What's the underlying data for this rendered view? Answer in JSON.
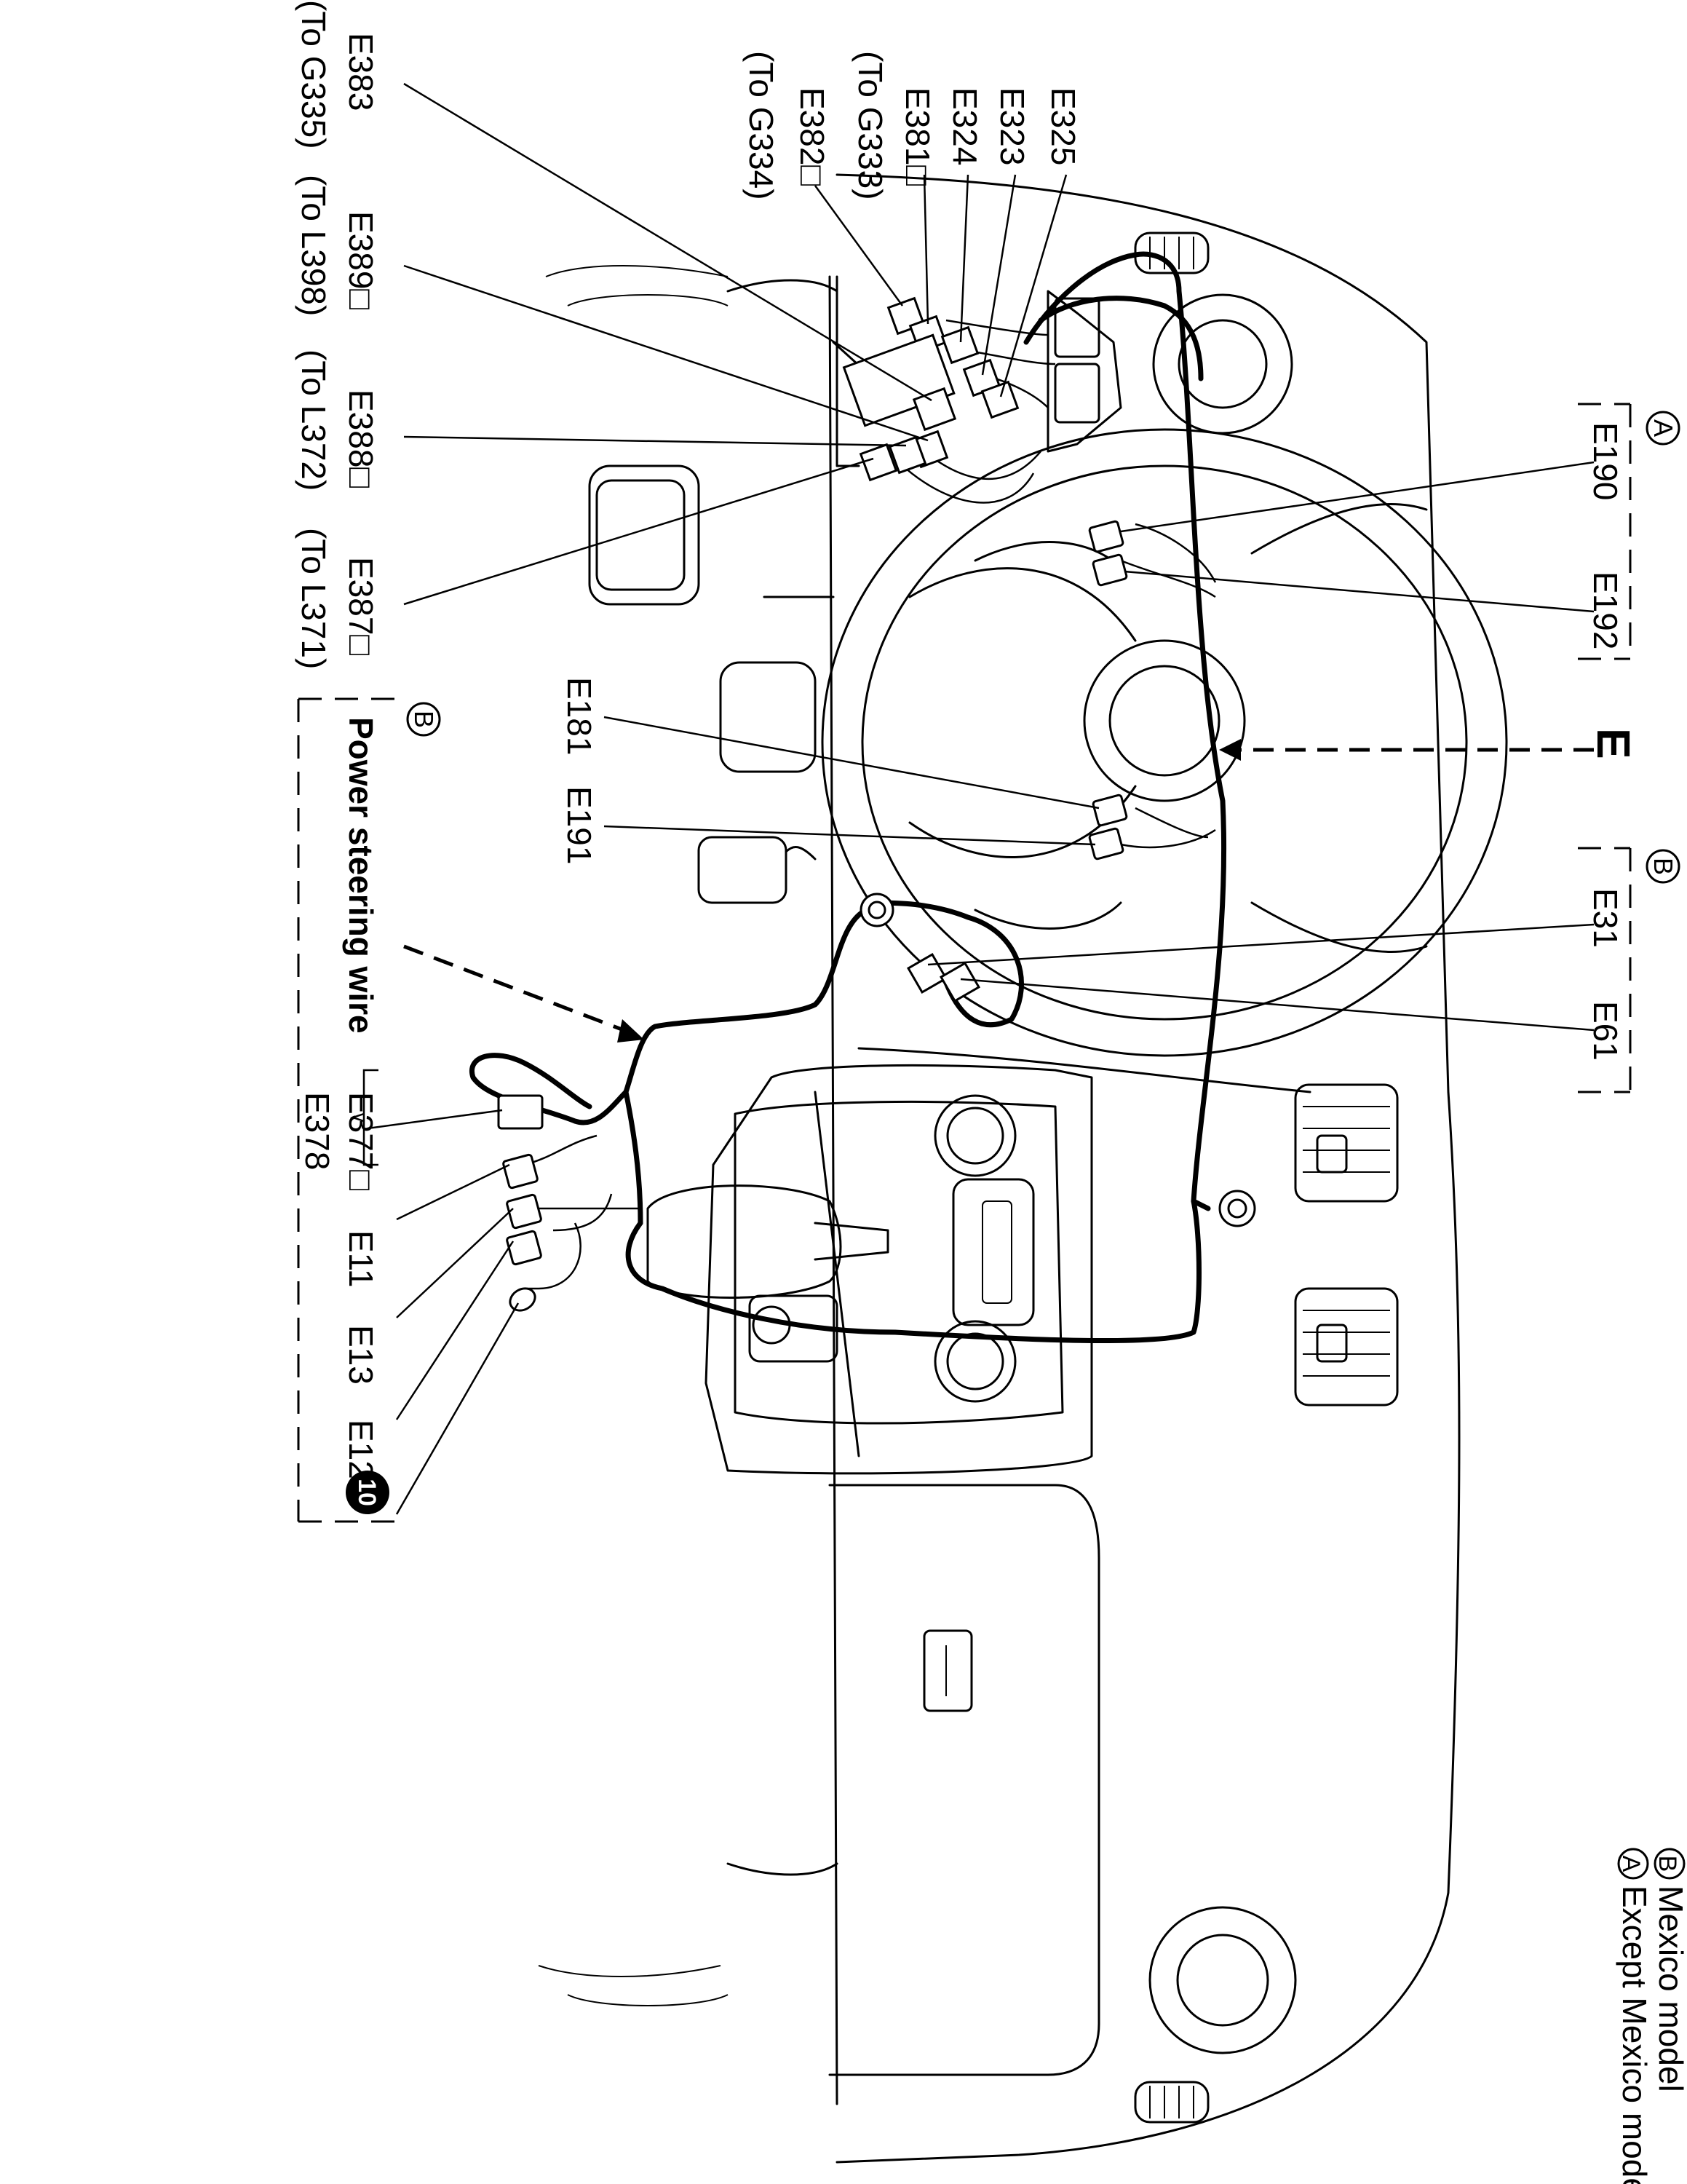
{
  "legend": {
    "a_marker": "A",
    "a_text": "Except Mexico model",
    "b_marker": "B",
    "b_text": "Mexico model"
  },
  "view_marker": "E",
  "group_a": {
    "marker": "A",
    "labels": [
      "E190",
      "E192"
    ]
  },
  "group_b_top": {
    "marker": "B",
    "labels": [
      "E31",
      "E61"
    ]
  },
  "column_connectors": [
    "E181",
    "E191"
  ],
  "top_connectors": [
    "E325",
    "E323",
    "E324",
    "E381□",
    "(To G333)",
    "E382□",
    "(To G334)"
  ],
  "left_connectors": {
    "names": [
      "E383",
      "E389□",
      "E388□",
      "E387□"
    ],
    "destinations": [
      "(To G335)",
      "(To L398)",
      "(To L372)",
      "(To L371)"
    ]
  },
  "power_steering": {
    "marker": "B",
    "title": "Power steering wire",
    "connector_pair_top": "E377□",
    "connector_pair_bottom": "E378",
    "others": [
      "E11",
      "E13",
      "E12"
    ],
    "ground_number": "10"
  }
}
